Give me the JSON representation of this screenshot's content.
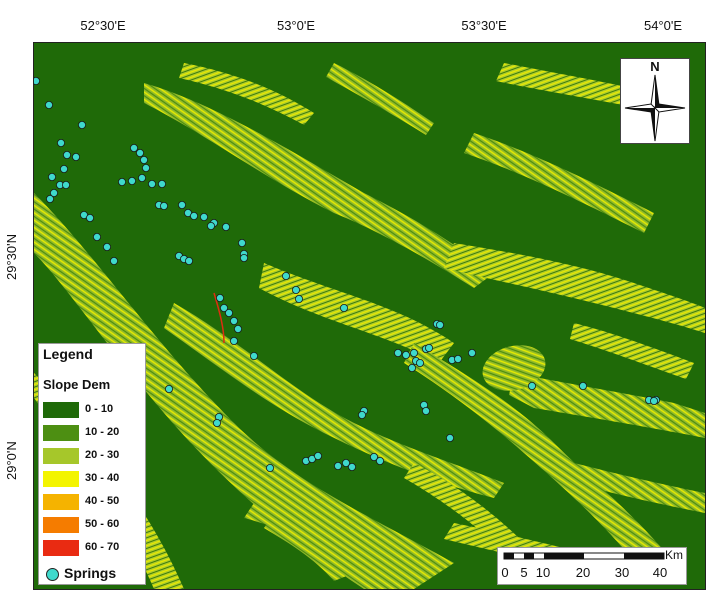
{
  "map": {
    "top_ticks": [
      "52°30'E",
      "53°0'E",
      "53°30'E",
      "54°0'E"
    ],
    "left_ticks": [
      "29°30'N",
      "29°0'N"
    ],
    "north_label": "N",
    "colors": {
      "background_slope": "#1f6a08",
      "springs": "#3fd9cc"
    }
  },
  "legend": {
    "title": "Legend",
    "subtitle": "Slope Dem",
    "classes": [
      {
        "label": "0 - 10",
        "color": "#1f6a08"
      },
      {
        "label": "10 - 20",
        "color": "#4d8f12"
      },
      {
        "label": "20 - 30",
        "color": "#a6c72a"
      },
      {
        "label": "30 - 40",
        "color": "#f3f400"
      },
      {
        "label": "40 - 50",
        "color": "#f5b300"
      },
      {
        "label": "50 - 60",
        "color": "#f57c00"
      },
      {
        "label": "60 - 70",
        "color": "#e92b12"
      }
    ],
    "springs_label": "Springs"
  },
  "scalebar": {
    "unit": "Km",
    "labels": [
      "0",
      "5",
      "10",
      "20",
      "30",
      "40"
    ]
  }
}
